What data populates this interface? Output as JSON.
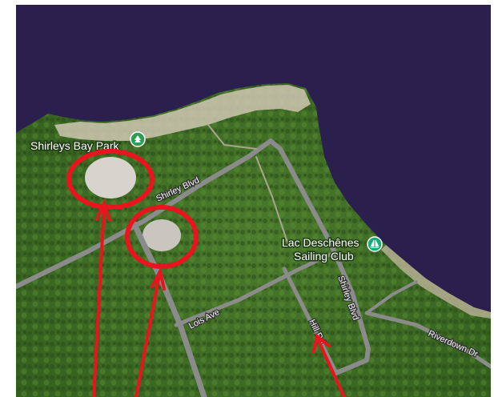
{
  "map": {
    "places": [
      {
        "name": "Shirleys Bay Park",
        "icon": "tree-pin-icon",
        "icon_color": "#2e9e57"
      },
      {
        "name": "Lac Deschênes",
        "name_line2": "Sailing Club",
        "icon": "sailboat-pin-icon",
        "icon_color": "#19a974"
      }
    ],
    "roads": {
      "shirley_blvd_west": "Shirley Blvd",
      "shirley_blvd_east": "Shirley Blvd",
      "lois_ave": "Lois Ave",
      "hill_rd": "Hill Rd",
      "riverdown_dr": "Riverdown Dr"
    },
    "colors": {
      "water": "#2b1f4d",
      "forest": "#3e6a25",
      "road": "#8b8b8b",
      "annotation": "#e8141e"
    }
  }
}
